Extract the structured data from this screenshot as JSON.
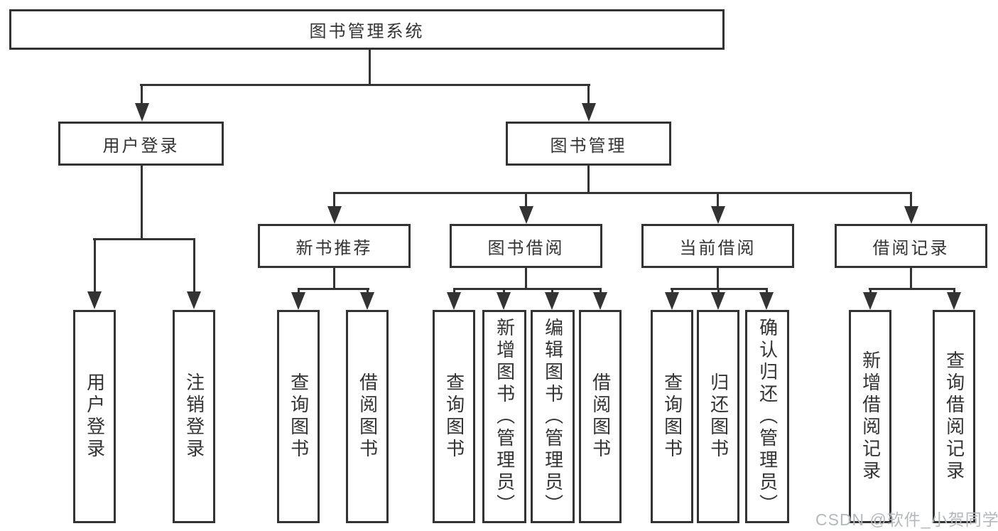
{
  "tree": {
    "root": "图书管理系统",
    "branches": [
      {
        "label": "用户登录",
        "children": [
          "用户登录",
          "注销登录"
        ]
      },
      {
        "label": "图书管理",
        "groups": [
          {
            "label": "新书推荐",
            "children": [
              "查询图书",
              "借阅图书"
            ]
          },
          {
            "label": "图书借阅",
            "children": [
              "查询图书",
              "新增图书（管理员）",
              "编辑图书（管理员）",
              "借阅图书"
            ]
          },
          {
            "label": "当前借阅",
            "children": [
              "查询图书",
              "归还图书",
              "确认归还（管理员）"
            ]
          },
          {
            "label": "借阅记录",
            "children": [
              "新增借阅记录",
              "查询借阅记录"
            ]
          }
        ]
      }
    ]
  },
  "watermark": "CSDN @软件_小贺同学",
  "colors": {
    "line": "#333333",
    "text": "#333333",
    "watermark": "#b4b8bb",
    "background": "#ffffff"
  }
}
